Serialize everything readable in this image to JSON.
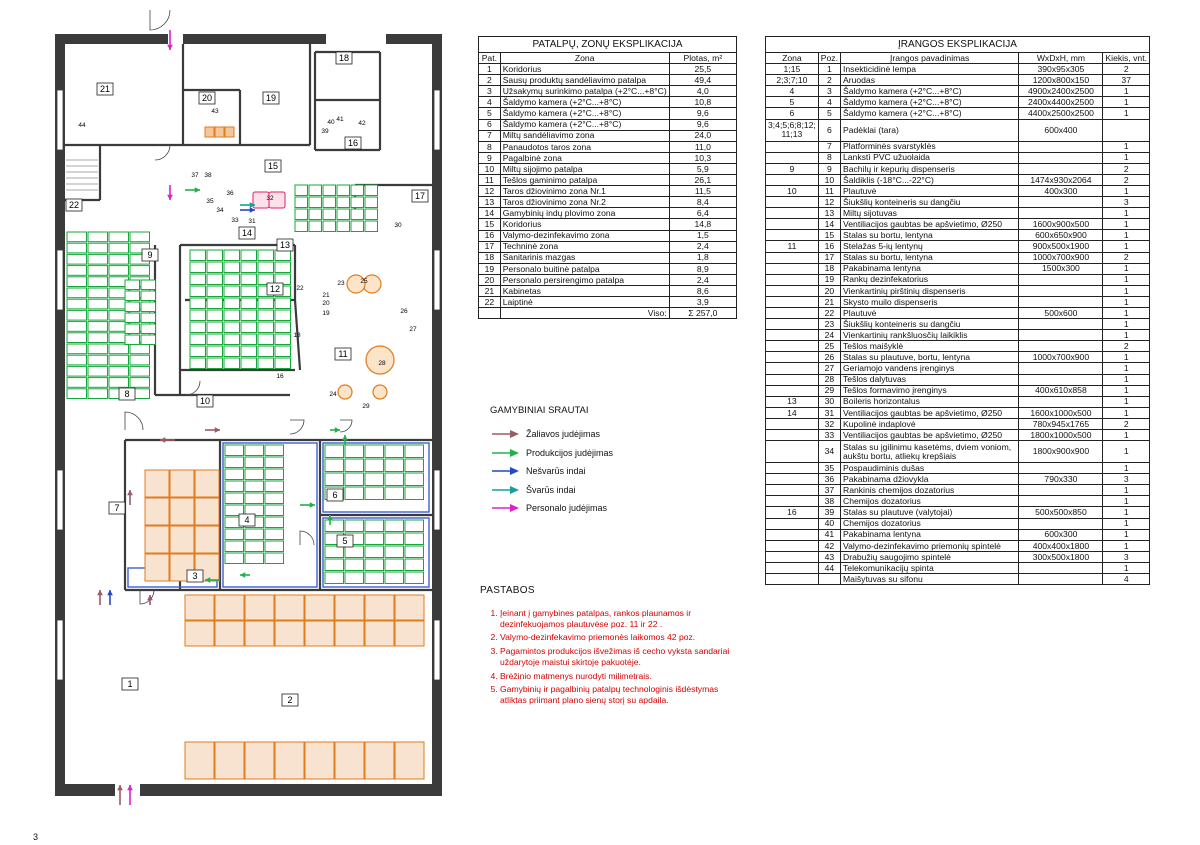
{
  "colors": {
    "wall": "#3b3b3b",
    "equip": "#14a83a",
    "orange": "#e07b1e",
    "blue": "#3d5fd6",
    "raw": "#9b5a66",
    "product": "#23b04a",
    "dirty": "#2747c9",
    "clean": "#169e9e",
    "personnel": "#e020c8",
    "notes": "#d40000"
  },
  "plan": {
    "rooms": [
      "1",
      "2",
      "3",
      "4",
      "5",
      "6",
      "7",
      "8",
      "9",
      "10",
      "11",
      "12",
      "13",
      "14",
      "15",
      "16",
      "17",
      "18",
      "19",
      "20",
      "21",
      "22"
    ],
    "equip_labels": [
      "44",
      "43",
      "41",
      "42",
      "39",
      "40",
      "37",
      "38",
      "36",
      "35",
      "34",
      "33",
      "32",
      "31",
      "30",
      "25",
      "23",
      "21",
      "20",
      "19",
      "26",
      "27",
      "28",
      "29",
      "24",
      "22",
      "16",
      "18"
    ]
  },
  "rooms_table": {
    "title": "PATALPŲ, ZONŲ EKSPLIKACIJA",
    "headers": [
      "Pat.",
      "Zona",
      "Plotas, m²"
    ],
    "rows": [
      [
        "1",
        "Koridorius",
        "25,5"
      ],
      [
        "2",
        "Sausų produktų sandėliavimo patalpa",
        "49,4"
      ],
      [
        "3",
        "Užsakymų surinkimo patalpa (+2°C...+8°C)",
        "4,0"
      ],
      [
        "4",
        "Šaldymo kamera (+2°C...+8°C)",
        "10,8"
      ],
      [
        "5",
        "Šaldymo kamera (+2°C...+8°C)",
        "9,6"
      ],
      [
        "6",
        "Šaldymo kamera (+2°C...+8°C)",
        "9,6"
      ],
      [
        "7",
        "Miltų sandėliavimo zona",
        "24,0"
      ],
      [
        "8",
        "Panaudotos taros zona",
        "11,0"
      ],
      [
        "9",
        "Pagalbinė zona",
        "10,3"
      ],
      [
        "10",
        "Miltų sijojimo patalpa",
        "5,9"
      ],
      [
        "11",
        "Tešlos gaminimo patalpa",
        "26,1"
      ],
      [
        "12",
        "Taros džiovinimo zona Nr.1",
        "11,5"
      ],
      [
        "13",
        "Taros džiovinimo zona Nr.2",
        "8,4"
      ],
      [
        "14",
        "Gamybinių indų plovimo zona",
        "6,4"
      ],
      [
        "15",
        "Koridorius",
        "14,8"
      ],
      [
        "16",
        "Valymo-dezinfekavimo zona",
        "1,5"
      ],
      [
        "17",
        "Techninė zona",
        "2,4"
      ],
      [
        "18",
        "Sanitarinis mazgas",
        "1,8"
      ],
      [
        "19",
        "Personalo buitinė patalpa",
        "8,9"
      ],
      [
        "20",
        "Personalo persirengimo patalpa",
        "2,4"
      ],
      [
        "21",
        "Kabinetas",
        "8,6"
      ],
      [
        "22",
        "Laiptinė",
        "3,9"
      ]
    ],
    "total_label": "Viso:",
    "total_value": "Σ 257,0"
  },
  "equipment_table": {
    "title": "ĮRANGOS EKSPLIKACIJA",
    "headers": [
      "Zona",
      "Poz.",
      "Įrangos pavadinimas",
      "WxDxH, mm",
      "Kiekis, vnt."
    ],
    "rows": [
      [
        "1;15",
        "1",
        "Insekticidinė lempa",
        "390x95x305",
        "2"
      ],
      [
        "2;3;7;10",
        "2",
        "Aruodas",
        "1200x800x150",
        "37"
      ],
      [
        "4",
        "3",
        "Šaldymo kamera (+2°C...+8°C)",
        "4900x2400x2500",
        "1"
      ],
      [
        "5",
        "4",
        "Šaldymo kamera (+2°C...+8°C)",
        "2400x4400x2500",
        "1"
      ],
      [
        "6",
        "5",
        "Šaldymo kamera (+2°C...+8°C)",
        "4400x2500x2500",
        "1"
      ],
      [
        "3;4;5;6;8;12; 11;13",
        "6",
        "Padėklai (tara)",
        "600x400",
        ""
      ],
      [
        "",
        "7",
        "Platforminės svarstyklės",
        "",
        "1"
      ],
      [
        "",
        "8",
        "Lankstì PVC užuolaida",
        "",
        "1"
      ],
      [
        "9",
        "9",
        "Bachilų ir kepurių dispenseris",
        "",
        "2"
      ],
      [
        "",
        "10",
        "Šaldiklis (-18°C...-22°C)",
        "1474x930x2064",
        "2"
      ],
      [
        "10",
        "11",
        "Plautuvė",
        "400x300",
        "1"
      ],
      [
        "",
        "12",
        "Šiukšlių konteineris su dangčiu",
        "",
        "3"
      ],
      [
        "",
        "13",
        "Miltų sijotuvas",
        "",
        "1"
      ],
      [
        "",
        "14",
        "Ventiliacijos gaubtas be apšvietimo, Ø250",
        "1600x900x500",
        "1"
      ],
      [
        "",
        "15",
        "Stalas su bortu, lentyna",
        "600x650x900",
        "1"
      ],
      [
        "11",
        "16",
        "Stelažas 5-ių lentynų",
        "900x500x1900",
        "1"
      ],
      [
        "",
        "17",
        "Stalas su bortu, lentyna",
        "1000x700x900",
        "2"
      ],
      [
        "",
        "18",
        "Pakabinama lentyna",
        "1500x300",
        "1"
      ],
      [
        "",
        "19",
        "Rankų dezinfekatorius",
        "",
        "1"
      ],
      [
        "",
        "20",
        "Vienkartinių pirštinių dispenseris",
        "",
        "1"
      ],
      [
        "",
        "21",
        "Skysto muilo dispenseris",
        "",
        "1"
      ],
      [
        "",
        "22",
        "Plautuvė",
        "500x600",
        "1"
      ],
      [
        "",
        "23",
        "Šiukšlių konteineris su dangčiu",
        "",
        "1"
      ],
      [
        "",
        "24",
        "Vienkartinių rankšluosčių laikiklis",
        "",
        "1"
      ],
      [
        "",
        "25",
        "Tešlos maišyklė",
        "",
        "2"
      ],
      [
        "",
        "26",
        "Stalas su plautuve, bortu, lentyna",
        "1000x700x900",
        "1"
      ],
      [
        "",
        "27",
        "Geriamojo vandens įrenginys",
        "",
        "1"
      ],
      [
        "",
        "28",
        "Tešlos dalytuvas",
        "",
        "1"
      ],
      [
        "",
        "29",
        "Tešlos formavimo įrenginys",
        "400x610x858",
        "1"
      ],
      [
        "13",
        "30",
        "Boileris horizontalus",
        "",
        "1"
      ],
      [
        "14",
        "31",
        "Ventiliacijos gaubtas be apšvietimo, Ø250",
        "1600x1000x500",
        "1"
      ],
      [
        "",
        "32",
        "Kupolinė indaplovė",
        "780x945x1765",
        "2"
      ],
      [
        "",
        "33",
        "Ventiliacijos gaubtas be apšvietimo, Ø250",
        "1800x1000x500",
        "1"
      ],
      [
        "",
        "34",
        "Stalas su įgilinimu kasetėms, dviem voniom, aukštu bortu, atliekų krepšiais",
        "1800x900x900",
        "1"
      ],
      [
        "",
        "35",
        "Pospaudiminis dušas",
        "",
        "1"
      ],
      [
        "",
        "36",
        "Pakabinama džiovykla",
        "790x330",
        "3"
      ],
      [
        "",
        "37",
        "Rankinis chemijos dozatorius",
        "",
        "1"
      ],
      [
        "",
        "38",
        "Chemijos dozatorius",
        "",
        "1"
      ],
      [
        "16",
        "39",
        "Stalas su plautuve (valytojai)",
        "500x500x850",
        "1"
      ],
      [
        "",
        "40",
        "Chemijos dozatorius",
        "",
        "1"
      ],
      [
        "",
        "41",
        "Pakabinama lentyna",
        "600x300",
        "1"
      ],
      [
        "",
        "42",
        "Valymo-dezinfekavimo priemonių spintelė",
        "400x400x1800",
        "1"
      ],
      [
        "",
        "43",
        "Drabužių saugojimo spintelė",
        "300x500x1800",
        "3"
      ],
      [
        "",
        "44",
        "Telekomunikacijų spinta",
        "",
        "1"
      ],
      [
        "",
        "",
        "Maišytuvas su sifonu",
        "",
        "4"
      ]
    ]
  },
  "legend": {
    "title": "GAMYBINIAI SRAUTAI",
    "items": [
      {
        "label": "Žaliavos judėjimas",
        "color": "#9b5a66"
      },
      {
        "label": "Produkcijos judėjimas",
        "color": "#23b04a"
      },
      {
        "label": "Nešvarūs indai",
        "color": "#2747c9"
      },
      {
        "label": "Švarūs indai",
        "color": "#169e9e"
      },
      {
        "label": "Personalo judėjimas",
        "color": "#e020c8"
      }
    ]
  },
  "notes": {
    "title": "PASTABOS",
    "items": [
      "Įeinant į gamybines patalpas, rankos plaunamos ir dezinfekuojamos plautuvėse poz. 11 ir 22 .",
      "Valymo-dezinfekavimo priemonės laikomos 42 poz.",
      "Pagamintos produkcijos išvežimas iš cecho vyksta sandariai uždarytoje maistui skirtoje pakuotėje.",
      "Brėžinio matmenys nurodyti milimetrais.",
      "Gamybinių ir pagalbinių patalpų technologinis išdėstymas atliktas priimant plano sienų storį su apdaila."
    ]
  },
  "page_mark": "3"
}
